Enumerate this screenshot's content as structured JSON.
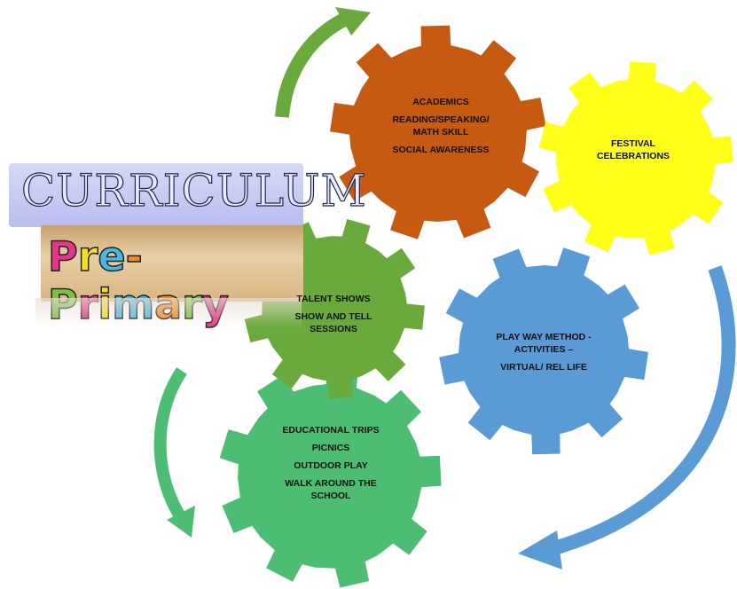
{
  "logo": {
    "line1": "CURRICULUM",
    "line2": "Pre-Primary"
  },
  "gears": {
    "academics": {
      "color": "#c65a12",
      "lines": [
        "ACADEMICS",
        "READING/SPEAKING/ MATH SKILL",
        "SOCIAL AWARENESS"
      ]
    },
    "festival": {
      "color": "#ffff1a",
      "lines": [
        "FESTIVAL CELEBRATIONS"
      ]
    },
    "talent": {
      "color": "#6aaa3c",
      "lines": [
        "TALENT SHOWS",
        "SHOW AND TELL SESSIONS"
      ]
    },
    "playway": {
      "color": "#5b9bd5",
      "lines": [
        "PLAY WAY METHOD - ACTIVITIES –",
        "VIRTUAL/ REL LIFE"
      ]
    },
    "trips": {
      "color": "#4dbd74",
      "lines": [
        "EDUCATIONAL TRIPS",
        "PICNICS",
        "OUTDOOR PLAY",
        "WALK AROUND THE SCHOOL"
      ]
    }
  },
  "arrows": {
    "top_left_color": "#6aaa3c",
    "right_color": "#5b9bd5",
    "bottom_left_color": "#4dbd74"
  }
}
